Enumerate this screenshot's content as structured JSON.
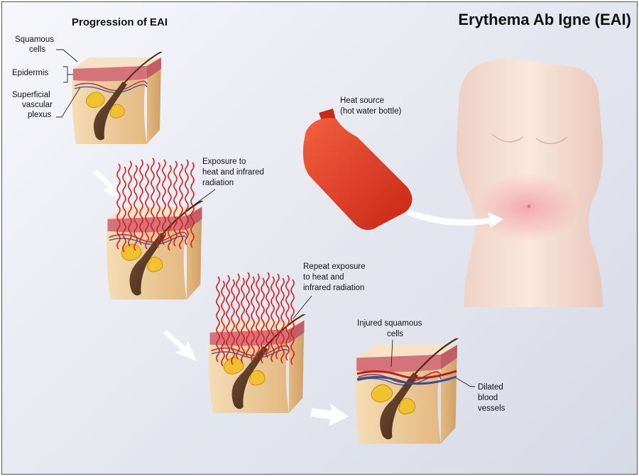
{
  "title": "Erythema Ab Igne (EAI)",
  "subtitle": "Progression of EAI",
  "labels": {
    "squamous": [
      "Squamous",
      "cells"
    ],
    "epidermis": [
      "Epidermis"
    ],
    "plexus": [
      "Superficial",
      "vascular",
      "plexus"
    ],
    "heat_source": [
      "Heat source",
      "(hot water bottle)"
    ],
    "exposure": [
      "Exposure to",
      "heat and infrared",
      "radiation"
    ],
    "repeat_exposure": [
      "Repeat exposure",
      "to heat and",
      "infrared radiation"
    ],
    "injured": [
      "Injured squamous",
      "cells"
    ],
    "dilated": [
      "Dilated",
      "blood",
      "vessels"
    ]
  },
  "colors": {
    "skin_light": "#f3d9b0",
    "skin_dark": "#e8c08a",
    "epidermis": "#c9606a",
    "heat_wave": "#d82020",
    "bottle": "#e0331f",
    "arrow": "#ffffff"
  }
}
